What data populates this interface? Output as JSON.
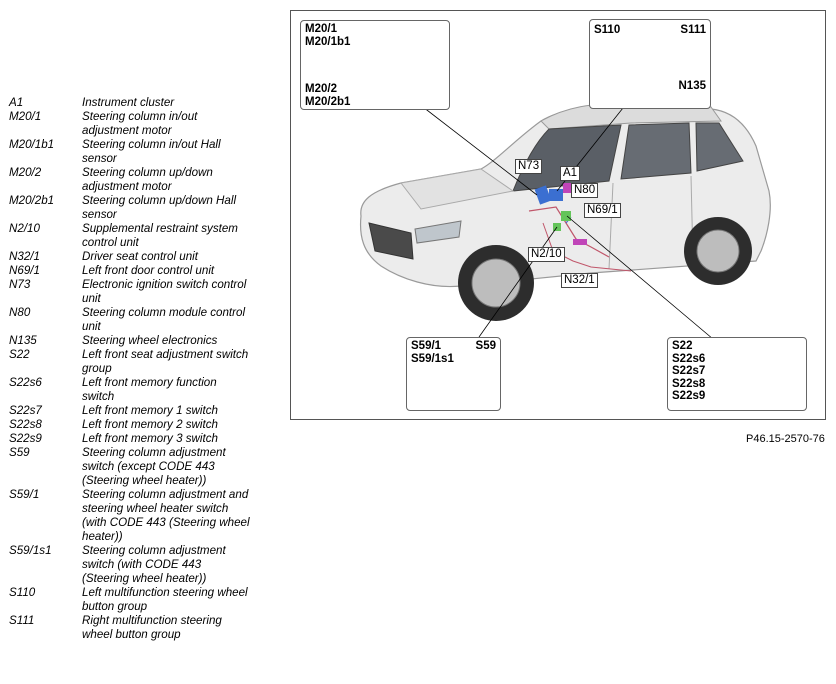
{
  "legend": [
    {
      "code": "A1",
      "desc": [
        "Instrument cluster"
      ]
    },
    {
      "code": "M20/1",
      "desc": [
        "Steering column in/out",
        "adjustment motor"
      ]
    },
    {
      "code": "M20/1b1",
      "desc": [
        "Steering column in/out Hall",
        "sensor"
      ]
    },
    {
      "code": "M20/2",
      "desc": [
        "Steering column up/down",
        "adjustment motor"
      ]
    },
    {
      "code": "M20/2b1",
      "desc": [
        "Steering column up/down Hall",
        "sensor"
      ]
    },
    {
      "code": "N2/10",
      "desc": [
        "Supplemental restraint system",
        "control unit"
      ]
    },
    {
      "code": "N32/1",
      "desc": [
        "Driver seat control unit"
      ]
    },
    {
      "code": "N69/1",
      "desc": [
        "Left front door control unit"
      ]
    },
    {
      "code": "N73",
      "desc": [
        "Electronic ignition switch control",
        "unit"
      ]
    },
    {
      "code": "N80",
      "desc": [
        "Steering column module control",
        "unit"
      ]
    },
    {
      "code": "N135",
      "desc": [
        "Steering wheel electronics"
      ]
    },
    {
      "code": "S22",
      "desc": [
        "Left front seat adjustment switch",
        "group"
      ]
    },
    {
      "code": "S22s6",
      "desc": [
        "Left front memory function",
        "switch"
      ]
    },
    {
      "code": "S22s7",
      "desc": [
        "Left front memory 1 switch"
      ]
    },
    {
      "code": "S22s8",
      "desc": [
        "Left front memory 2 switch"
      ]
    },
    {
      "code": "S22s9",
      "desc": [
        "Left front memory 3 switch"
      ]
    },
    {
      "code": "S59",
      "desc": [
        "Steering column adjustment",
        "switch (except CODE 443",
        "(Steering wheel heater))"
      ]
    },
    {
      "code": "S59/1",
      "desc": [
        "Steering column adjustment and",
        "steering wheel heater switch",
        "(with CODE 443 (Steering wheel",
        "heater))"
      ]
    },
    {
      "code": "S59/1s1",
      "desc": [
        "Steering column adjustment",
        "switch (with CODE 443",
        "(Steering wheel heater))"
      ]
    },
    {
      "code": "S110",
      "desc": [
        "Left multifunction steering wheel",
        "button group"
      ]
    },
    {
      "code": "S111",
      "desc": [
        "Right multifunction steering",
        "wheel button group"
      ]
    }
  ],
  "inset_column": {
    "top_lines": [
      "M20/1",
      "M20/1b1"
    ],
    "bottom_lines": [
      "M20/2",
      "M20/2b1"
    ]
  },
  "inset_wheel": {
    "left": "S110",
    "right": "S111",
    "bottom": "N135"
  },
  "inset_switch": {
    "left_lines": [
      "S59/1",
      "S59/1s1"
    ],
    "right": "S59"
  },
  "inset_seat": {
    "lines": [
      "S22",
      "S22s6",
      "S22s7",
      "S22s8",
      "S22s9"
    ]
  },
  "callouts": {
    "n73": "N73",
    "a1": "A1",
    "n80": "N80",
    "n69": "N69/1",
    "n2": "N2/10",
    "n32": "N32/1"
  },
  "reference": "P46.15-2570-76"
}
